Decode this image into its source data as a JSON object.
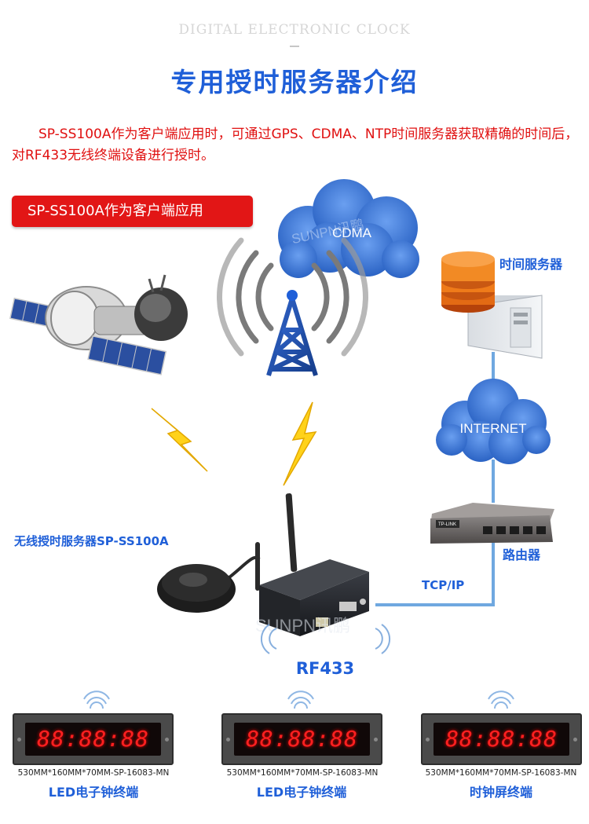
{
  "header": {
    "english_title": "DIGITAL ELECTRONIC CLOCK",
    "title": "专用授时服务器介绍",
    "intro": "SP-SS100A作为客户端应用时，可通过GPS、CDMA、NTP时间服务器获取精确的时间后，对RF433无线终端设备进行授时。"
  },
  "badge": {
    "label": "SP-SS100A作为客户端应用"
  },
  "diagram": {
    "cloud_cdma": "CDMA",
    "cloud_internet": "INTERNET",
    "server_label": "时间服务器",
    "router_label": "路由器",
    "router_brand": "TP-LINK",
    "tcp_label": "TCP/IP",
    "device_label": "无线授时服务器SP-SS100A",
    "rf_label": "RF433",
    "watermark": "SUNPN讯鹏"
  },
  "terminals": [
    {
      "digits": "88:88:88",
      "model": "530MM*160MM*70MM-SP-16083-MN",
      "label": "LED电子钟终端"
    },
    {
      "digits": "88:88:88",
      "model": "530MM*160MM*70MM-SP-16083-MN",
      "label": "LED电子钟终端"
    },
    {
      "digits": "88:88:88",
      "model": "530MM*160MM*70MM-SP-16083-MN",
      "label": "时钟屏终端"
    }
  ],
  "colors": {
    "accent_blue": "#1f5fd8",
    "accent_red": "#e01010",
    "line_blue": "#6fa8e0",
    "cloud_blue": "#3d78d6",
    "lightning_yellow": "#ffd21a"
  }
}
